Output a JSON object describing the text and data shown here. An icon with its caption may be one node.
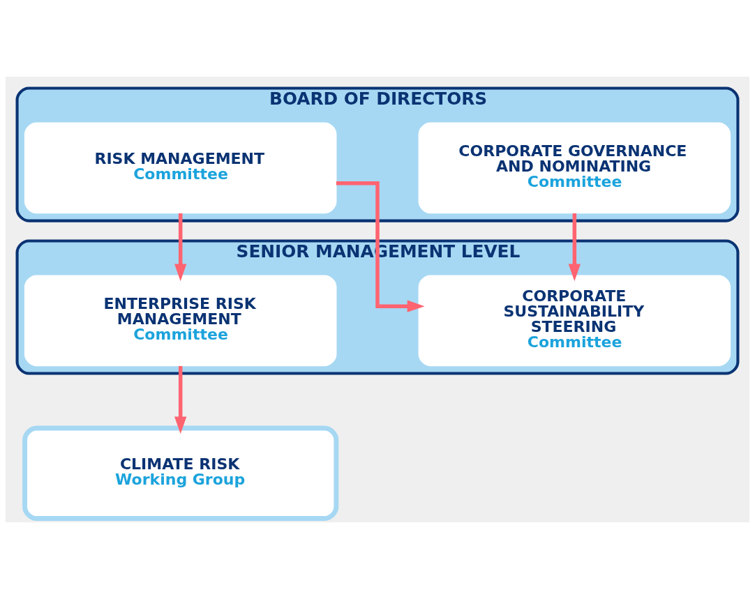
{
  "diagram": {
    "nodes": [
      {
        "text": [
          "BOARD OF DIRECTORS"
        ]
      },
      {
        "text": [
          "RISK MANAGEMENT",
          "Committee"
        ],
        "in": 0
      },
      {
        "text": [
          "CORPORATE GOVERNANCE AND NOMINATING",
          "Committee"
        ],
        "in": 0
      },
      {
        "text": [
          "SENIOR MANAGEMENT LEVEL"
        ]
      },
      {
        "text": [
          "ENTERPRISE RISK MANAGEMENT",
          "Committee"
        ],
        "in": 3
      },
      {
        "text": [
          "CORPORATE SUSTAINABILITY STEERING",
          "Committee"
        ],
        "in": 3
      },
      {
        "text": [
          "CLIMATE RISK",
          "Working Group"
        ]
      }
    ],
    "edges": [
      {
        "from": 1,
        "to": 4,
        "arrow": "to"
      },
      {
        "from": 1,
        "to": 5,
        "arrow": "to"
      },
      {
        "from": 2,
        "to": 5,
        "arrow": "to"
      },
      {
        "from": 4,
        "to": 6,
        "arrow": "to"
      }
    ]
  }
}
